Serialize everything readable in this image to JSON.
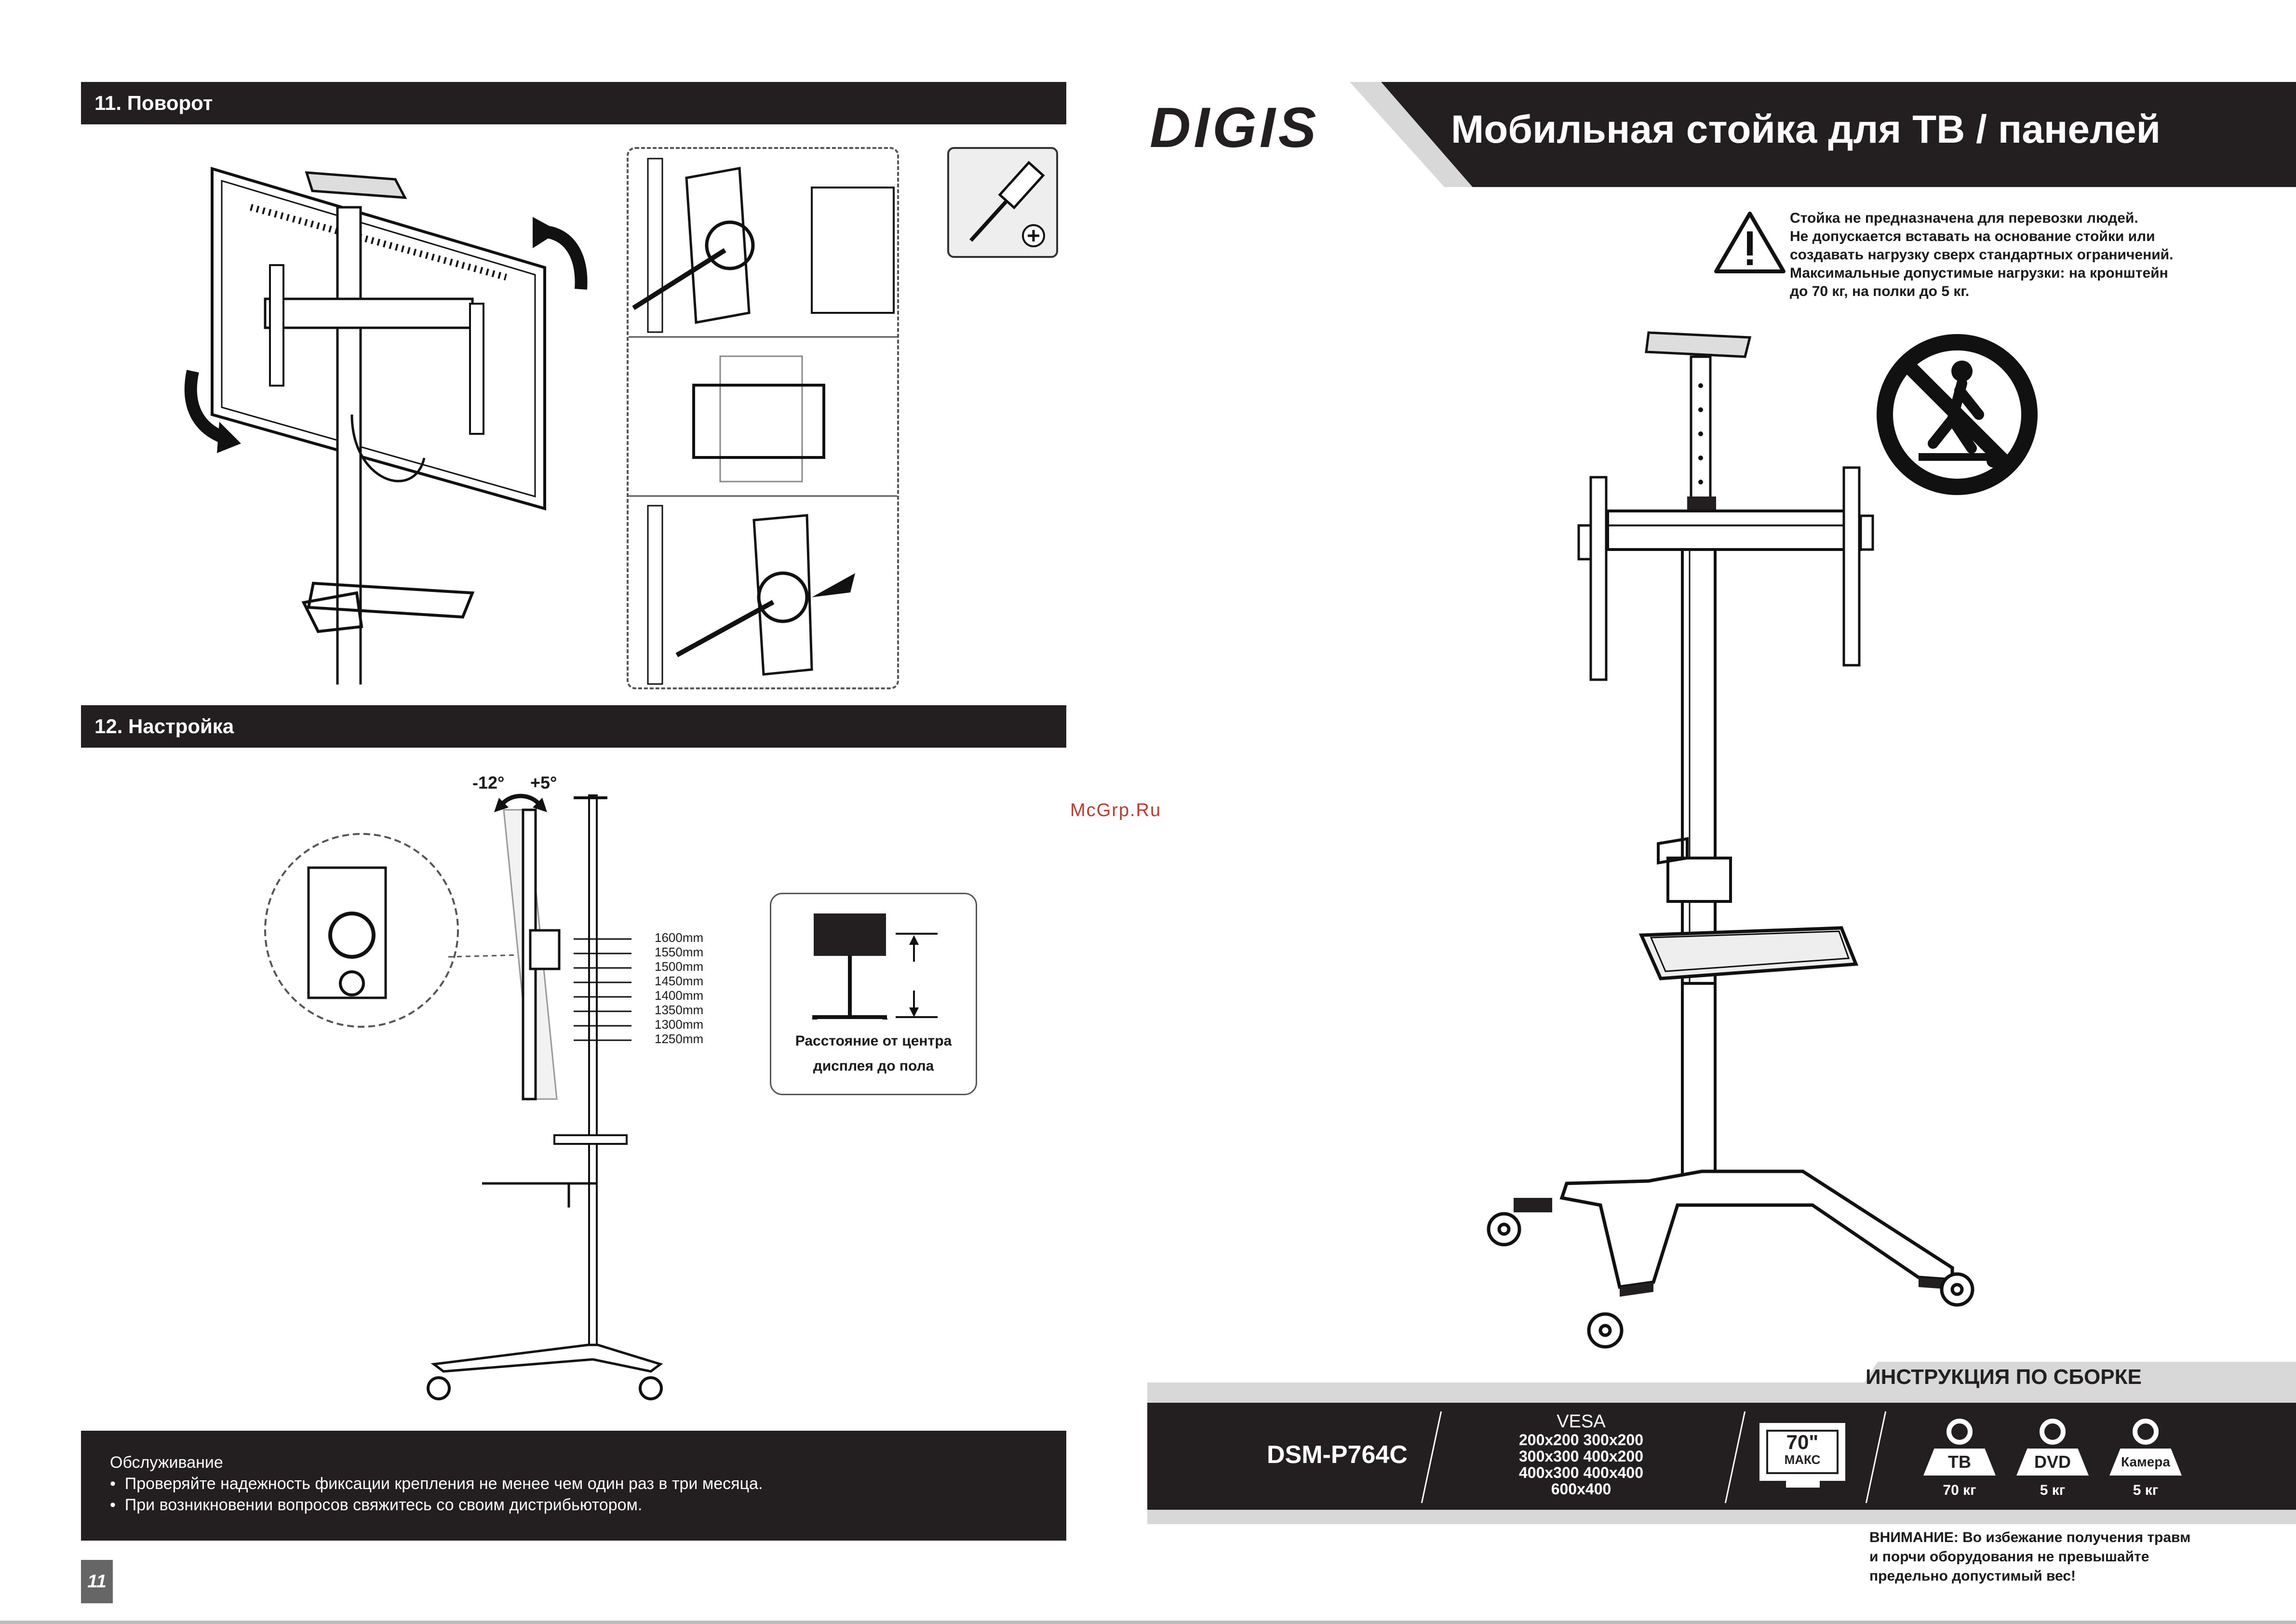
{
  "left_page": {
    "section11": {
      "title": "11. Поворот"
    },
    "section12": {
      "title": "12. Настройка",
      "angle_neg": "-12°",
      "angle_pos": "+5°",
      "heights": [
        "1600mm",
        "1550mm",
        "1500mm",
        "1450mm",
        "1400mm",
        "1350mm",
        "1300mm",
        "1250mm"
      ],
      "distance_label_1": "Расстояние от центра",
      "distance_label_2": "дисплея до пола"
    },
    "maintenance": {
      "title": "Обслуживание",
      "items": [
        "Проверяйте надежность фиксации крепления не менее чем один раз в три месяца.",
        "При возникновении вопросов свяжитесь со своим дистрибьютором."
      ]
    },
    "page_number": "11"
  },
  "watermark": "McGrp.Ru",
  "right_page": {
    "brand": "DIGIS",
    "title": "Мобильная стойка для ТВ / панелей",
    "warning_lines": [
      "Стойка не предназначена для перевозки людей.",
      "Не допускается вставать на основание стойки или",
      "создавать нагрузку сверх стандартных ограничений.",
      "Максимальные допустимые нагрузки: на кронштейн",
      "до 70 кг, на полки до  5  кг."
    ],
    "assembly_title": "ИНСТРУКЦИЯ ПО СБОРКЕ",
    "model": "DSM-P764C",
    "vesa_label": "VESA",
    "vesa_lines": [
      "200x200 300x200",
      "300x300 400x200",
      "400x300 400x400",
      "600x400"
    ],
    "screen_size": "70\"",
    "screen_max": "МАКС",
    "loads": [
      {
        "label": "ТВ",
        "weight": "70 кг"
      },
      {
        "label": "DVD",
        "weight": "5 кг"
      },
      {
        "label": "Камера",
        "weight": "5 кг"
      }
    ],
    "bottom_warning": [
      "ВНИМАНИЕ: Во избежание получения травм",
      "и порчи оборудования не превышайте",
      "предельно допустимый вес!"
    ]
  }
}
